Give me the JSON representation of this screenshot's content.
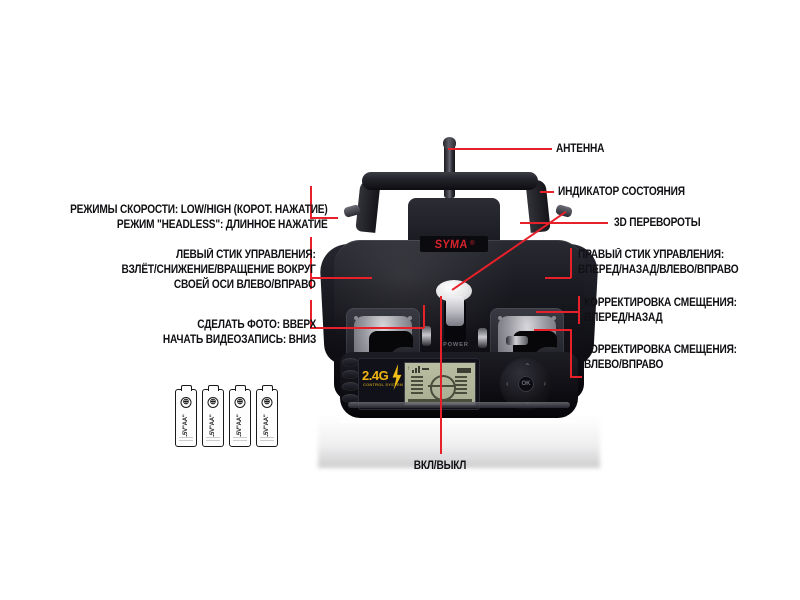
{
  "product": {
    "brand_logo": "SYMA",
    "brand_reg": "®",
    "freq_badge": "2.4G",
    "freq_badge_sub": "CONTROL SYSTEM",
    "power_label": "POWER",
    "dpad_center_label": "OK",
    "dpad_up": "⌃",
    "dpad_down": "⌄",
    "dpad_left": "‹",
    "dpad_right": "›"
  },
  "callouts": {
    "antenna": {
      "text": "АНТЕННА"
    },
    "status_indicator": {
      "text": "ИНДИКАТОР СОСТОЯНИЯ"
    },
    "flips_3d": {
      "text": "3D ПЕРЕВОРОТЫ"
    },
    "speed_modes": {
      "line1": "РЕЖИМЫ СКОРОСТИ: LOW/HIGH (КОРОТ. НАЖАТИЕ)",
      "line2": "РЕЖИМ \"HEADLESS\": ДЛИННОЕ НАЖАТИЕ"
    },
    "left_stick": {
      "line1": "ЛЕВЫЙ СТИК УПРАВЛЕНИЯ:",
      "line2": "ВЗЛЁТ/СНИЖЕНИЕ/ВРАЩЕНИЕ ВОКРУГ",
      "line3": "СВОЕЙ ОСИ ВЛЕВО/ВПРАВО"
    },
    "photo_video": {
      "line1": "СДЕЛАТЬ ФОТО: ВВЕРХ",
      "line2": "НАЧАТЬ ВИДЕОЗАПИСЬ: ВНИЗ"
    },
    "right_stick": {
      "line1": "ПРАВЫЙ СТИК УПРАВЛЕНИЯ:",
      "line2": "ВПЕРЕД/НАЗАД/ВЛЕВО/ВПРАВО"
    },
    "trim_fwd_back": {
      "line1": "КОРРЕКТИРОВКА СМЕЩЕНИЯ:",
      "line2": "ВПЕРЕД/НАЗАД"
    },
    "trim_left_right": {
      "line1": "КОРРЕКТИРОВКА СМЕЩЕНИЯ:",
      "line2": "ВЛЕВО/ВПРАВО"
    },
    "power_switch": {
      "text": "ВКЛ/ВЫКЛ"
    }
  },
  "batteries": {
    "count": 4,
    "label": "1.5V\"AA\"",
    "polarity": "⊕"
  },
  "colors": {
    "leader_line": "#e8202a",
    "text": "#101014",
    "brand_red": "#d8232c",
    "badge_yellow": "#f0b510",
    "background": "#ffffff"
  }
}
